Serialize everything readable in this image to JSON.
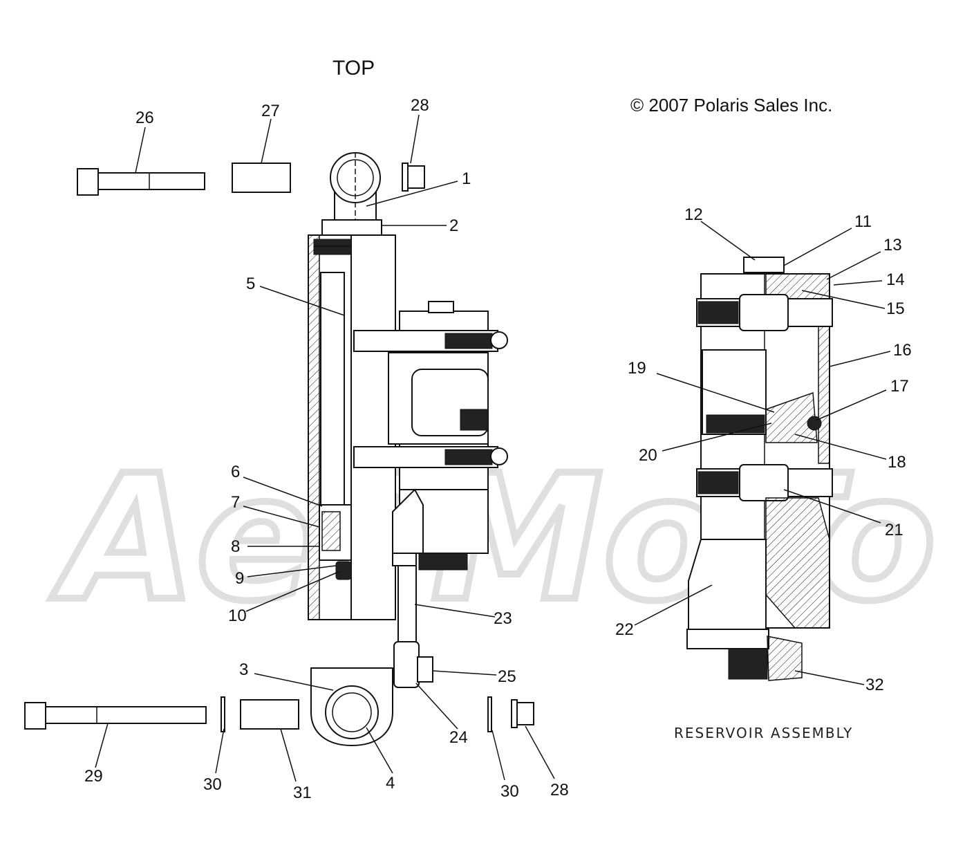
{
  "title": "TOP",
  "copyright": "© 2007 Polaris Sales Inc.",
  "reservoir_caption": "RESERVOIR ASSEMBLY",
  "watermark": "AeTMoTo",
  "callouts": {
    "c1": "1",
    "c2": "2",
    "c3": "3",
    "c4": "4",
    "c5": "5",
    "c6": "6",
    "c7": "7",
    "c8": "8",
    "c9": "9",
    "c10": "10",
    "c11": "11",
    "c12": "12",
    "c13": "13",
    "c14": "14",
    "c15": "15",
    "c16": "16",
    "c17": "17",
    "c18": "18",
    "c19": "19",
    "c20": "20",
    "c21": "21",
    "c22": "22",
    "c23": "23",
    "c24": "24",
    "c25": "25",
    "c26": "26",
    "c27": "27",
    "c28a": "28",
    "c28b": "28",
    "c29": "29",
    "c30a": "30",
    "c30b": "30",
    "c31": "31",
    "c32": "32"
  }
}
